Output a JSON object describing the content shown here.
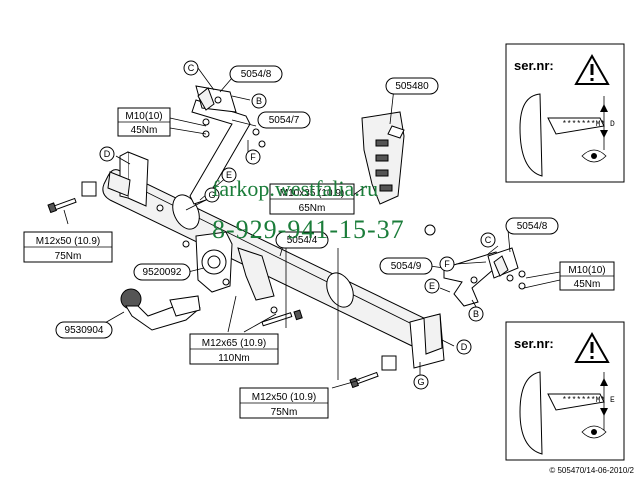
{
  "callouts": {
    "p5054_8_top": "5054/8",
    "p5054_7": "5054/7",
    "p505480": "505480",
    "p5054_4": "5054/4",
    "p5054_9": "5054/9",
    "p5054_8_right": "5054/8",
    "p9520092": "9520092",
    "p9530904": "9530904"
  },
  "torque": {
    "m10_left": {
      "bolt": "M10(10)",
      "value": "45Nm"
    },
    "m12x50_left": {
      "bolt": "M12x50 (10.9)",
      "value": "75Nm"
    },
    "m10x35": {
      "bolt": "M10x35 (10.9)",
      "value": "65Nm"
    },
    "m10_right": {
      "bolt": "M10(10)",
      "value": "45Nm"
    },
    "m12x65": {
      "bolt": "M12x65 (10.9)",
      "value": "110Nm"
    },
    "m12x50_bottom": {
      "bolt": "M12x50 (10.9)",
      "value": "75Nm"
    }
  },
  "letters": {
    "c_top": "C",
    "b_top": "B",
    "d_left": "D",
    "e_left": "E",
    "f_left": "F",
    "g_left": "G",
    "c_right": "C",
    "f_right": "F",
    "e_right": "E",
    "b_right": "B",
    "d_right": "D",
    "g_bottom": "G"
  },
  "serial_panels": {
    "top": {
      "title": "ser.nr:",
      "plate": "*******M* D"
    },
    "bottom": {
      "title": "ser.nr:",
      "plate": "*******M* E"
    }
  },
  "watermark": {
    "site": "farkop.westfalia.ru",
    "phone": "8-929-941-15-37"
  },
  "copyright": "© 505470/14-06-2010/2"
}
